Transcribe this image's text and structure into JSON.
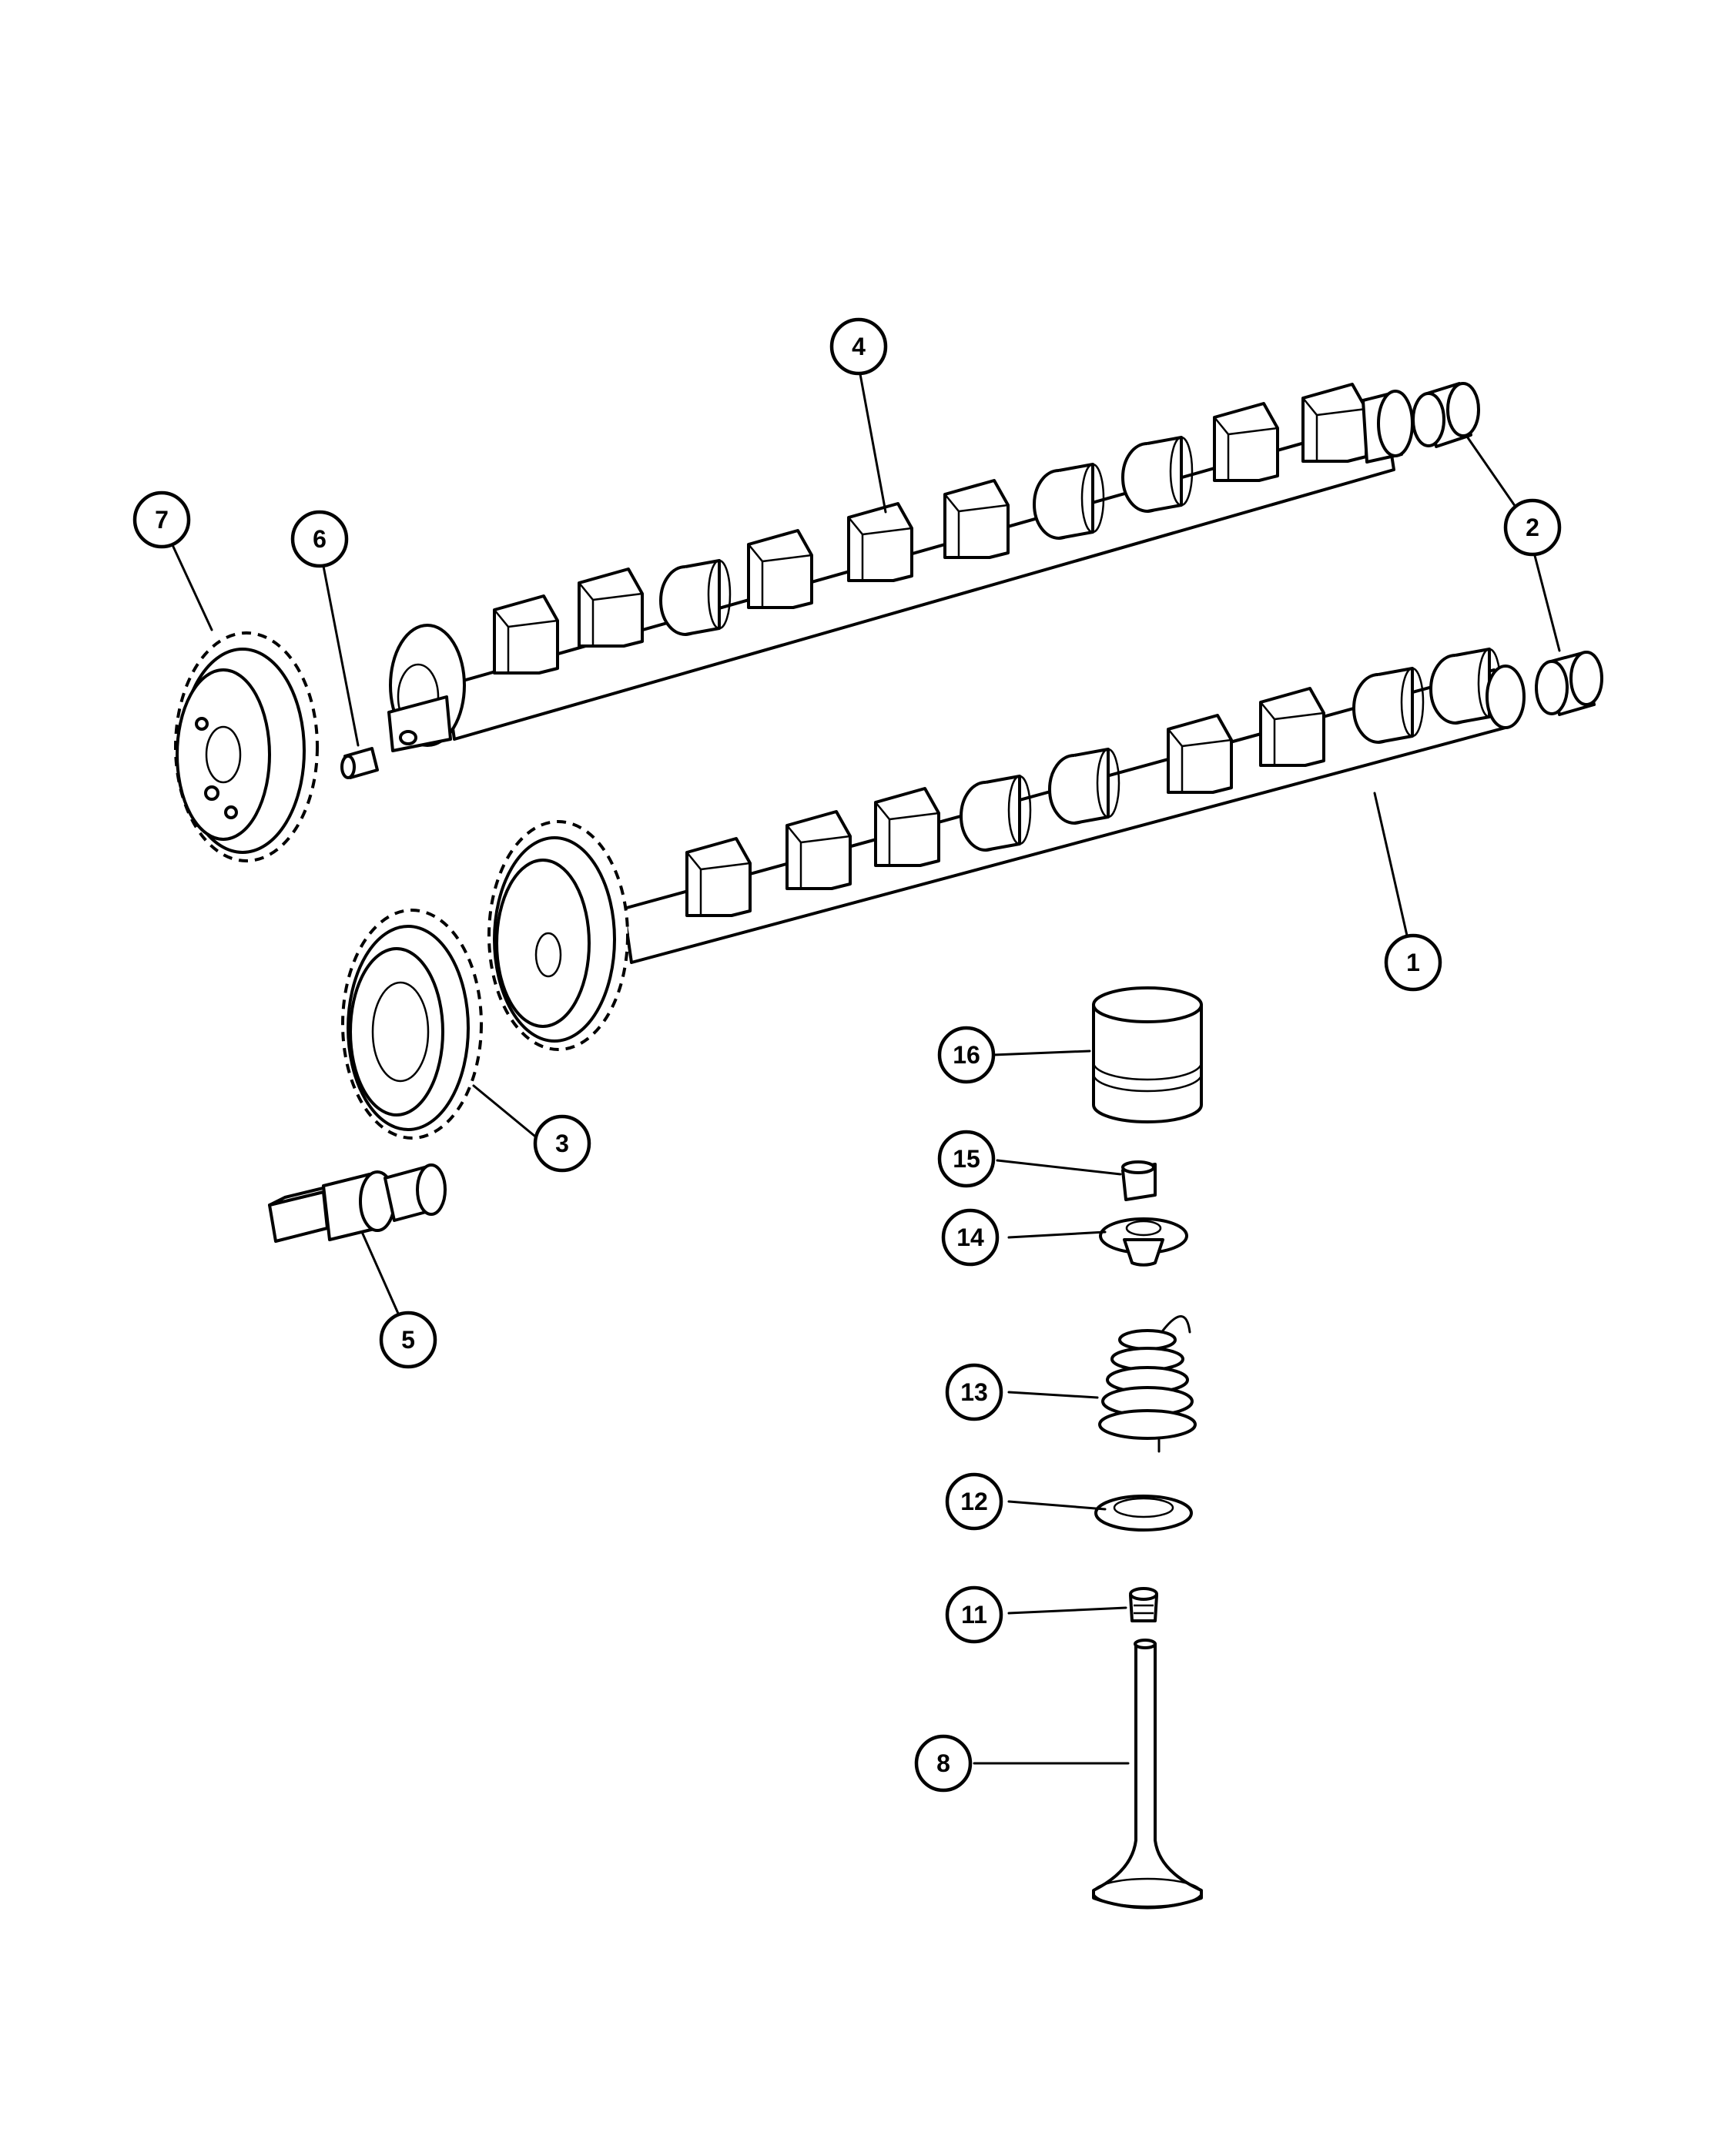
{
  "diagram": {
    "callouts": [
      {
        "id": "c1",
        "label": "1"
      },
      {
        "id": "c2",
        "label": "2"
      },
      {
        "id": "c3",
        "label": "3"
      },
      {
        "id": "c4",
        "label": "4"
      },
      {
        "id": "c5",
        "label": "5"
      },
      {
        "id": "c6",
        "label": "6"
      },
      {
        "id": "c7",
        "label": "7"
      },
      {
        "id": "c8",
        "label": "8"
      },
      {
        "id": "c11",
        "label": "11"
      },
      {
        "id": "c12",
        "label": "12"
      },
      {
        "id": "c13",
        "label": "13"
      },
      {
        "id": "c14",
        "label": "14"
      },
      {
        "id": "c15",
        "label": "15"
      },
      {
        "id": "c16",
        "label": "16"
      }
    ]
  }
}
